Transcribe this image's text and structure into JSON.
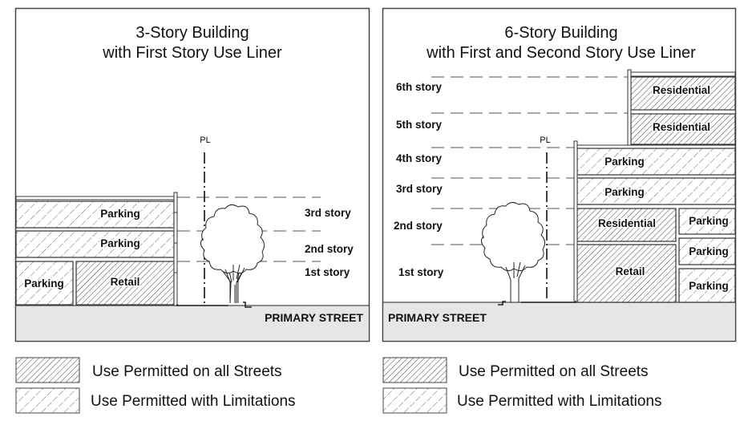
{
  "left_panel": {
    "title_line1": "3-Story Building",
    "title_line2": "with First Story Use Liner",
    "pl_label": "PL",
    "street_label": "PRIMARY STREET",
    "stories": [
      {
        "label": "3rd story"
      },
      {
        "label": "2nd story"
      },
      {
        "label": "1st story"
      }
    ],
    "uses": [
      {
        "label": "Parking",
        "story": 3,
        "category": "limited"
      },
      {
        "label": "Parking",
        "story": 2,
        "category": "limited"
      },
      {
        "label": "Parking",
        "story": 1,
        "category": "limited"
      },
      {
        "label": "Retail",
        "story": 1,
        "category": "all_streets"
      }
    ]
  },
  "right_panel": {
    "title_line1": "6-Story Building",
    "title_line2": "with First and Second Story Use Liner",
    "pl_label": "PL",
    "street_label": "PRIMARY STREET",
    "stories": [
      {
        "label": "6th story"
      },
      {
        "label": "5th story"
      },
      {
        "label": "4th story"
      },
      {
        "label": "3rd story"
      },
      {
        "label": "2nd story"
      },
      {
        "label": "1st story"
      }
    ],
    "uses": [
      {
        "label": "Residential",
        "story": 6,
        "category": "all_streets"
      },
      {
        "label": "Residential",
        "story": 5,
        "category": "all_streets"
      },
      {
        "label": "Parking",
        "story": 4,
        "category": "limited"
      },
      {
        "label": "Parking",
        "story": 3,
        "category": "limited"
      },
      {
        "label": "Residential",
        "story": 2,
        "category": "all_streets"
      },
      {
        "label": "Retail",
        "story": 1,
        "category": "all_streets"
      },
      {
        "label": "Parking",
        "story": 2,
        "category": "limited"
      },
      {
        "label": "Parking",
        "story": 1,
        "category": "limited"
      },
      {
        "label": "Parking",
        "story": 1,
        "category": "limited"
      }
    ]
  },
  "legend": {
    "left": [
      {
        "label": "Use Permitted on all Streets",
        "category": "all_streets"
      },
      {
        "label": "Use Permitted with Limitations",
        "category": "limited"
      }
    ],
    "right": [
      {
        "label": "Use Permitted on all Streets",
        "category": "all_streets"
      },
      {
        "label": "Use Permitted with Limitations",
        "category": "limited"
      }
    ]
  },
  "colors": {
    "ground": "#e6e6e6",
    "hatch": "#333333",
    "border": "#444444"
  }
}
